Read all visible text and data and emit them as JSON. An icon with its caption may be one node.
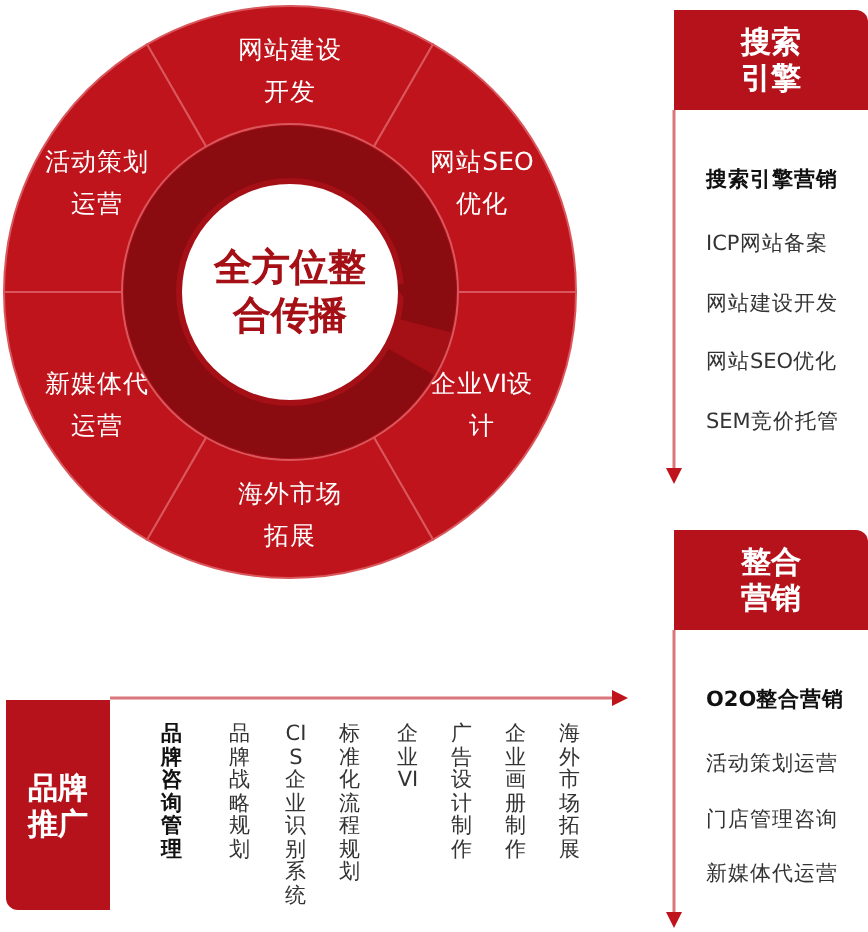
{
  "diagram": {
    "nodes": [
      {
        "text": [
          "全方位整合传播"
        ]
      },
      {
        "text": [
          "网站建设开发"
        ]
      },
      {
        "text": [
          "网站SEO优化"
        ]
      },
      {
        "text": [
          "企业VI设计"
        ]
      },
      {
        "text": [
          "海外市场拓展"
        ]
      },
      {
        "text": [
          "新媒体代运营"
        ]
      },
      {
        "text": [
          "活动策划运营"
        ]
      },
      {
        "text": [
          "搜索引擎"
        ]
      },
      {
        "text": [
          "整合营销"
        ]
      },
      {
        "text": [
          "品牌推广"
        ]
      }
    ],
    "edges": [],
    "labels": [
      "搜索引擎营销",
      "ICP网站备案",
      "网站建设开发",
      "网站SEO优化",
      "SEM竞价托管",
      "O2O整合营销",
      "活动策划运营",
      "门店管理咨询",
      "新媒体代运营",
      "品牌咨询管理",
      "品牌战略规划",
      "CIS企业识别系统",
      "标准化流程规划",
      "企业VI",
      "广告设计制作",
      "企业画册制作",
      "海外市场拓展"
    ]
  }
}
